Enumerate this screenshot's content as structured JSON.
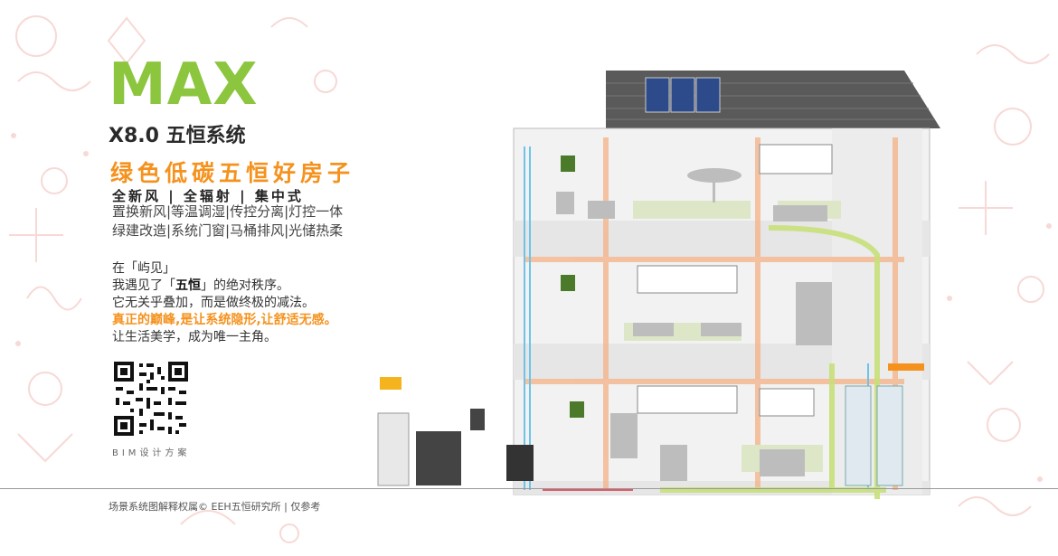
{
  "brand": "MAX",
  "subtitle": "X8.0 五恒系统",
  "slogan": "绿色低碳五恒好房子",
  "tagline": "全新风 | 全辐射 | 集中式",
  "features": [
    "置换新风|等温调湿|传控分离|灯控一体",
    "绿建改造|系统门窗|马桶排风|光储热柔"
  ],
  "intro": {
    "line1": "在「屿见」",
    "line2_pre": "我遇见了「",
    "line2_bold": "五恒",
    "line2_post": "」的绝对秩序。",
    "line3": "它无关乎叠加，而是做终极的减法。",
    "line4": "真正的巅峰,是让系统隐形,让舒适无感。",
    "line5": "让生活美学，成为唯一主角。"
  },
  "qr_caption": "BIM设计方案",
  "footer": "场景系统图解释权属© EEH五恒研究所 | 仅参考",
  "colors": {
    "accent_green": "#8cc63f",
    "accent_orange": "#f5921e",
    "pipe_orange": "#f4b58c",
    "pipe_blue": "#6fc3e8",
    "pipe_green": "#c8e07a",
    "doodle_red": "#f7d9d6"
  }
}
